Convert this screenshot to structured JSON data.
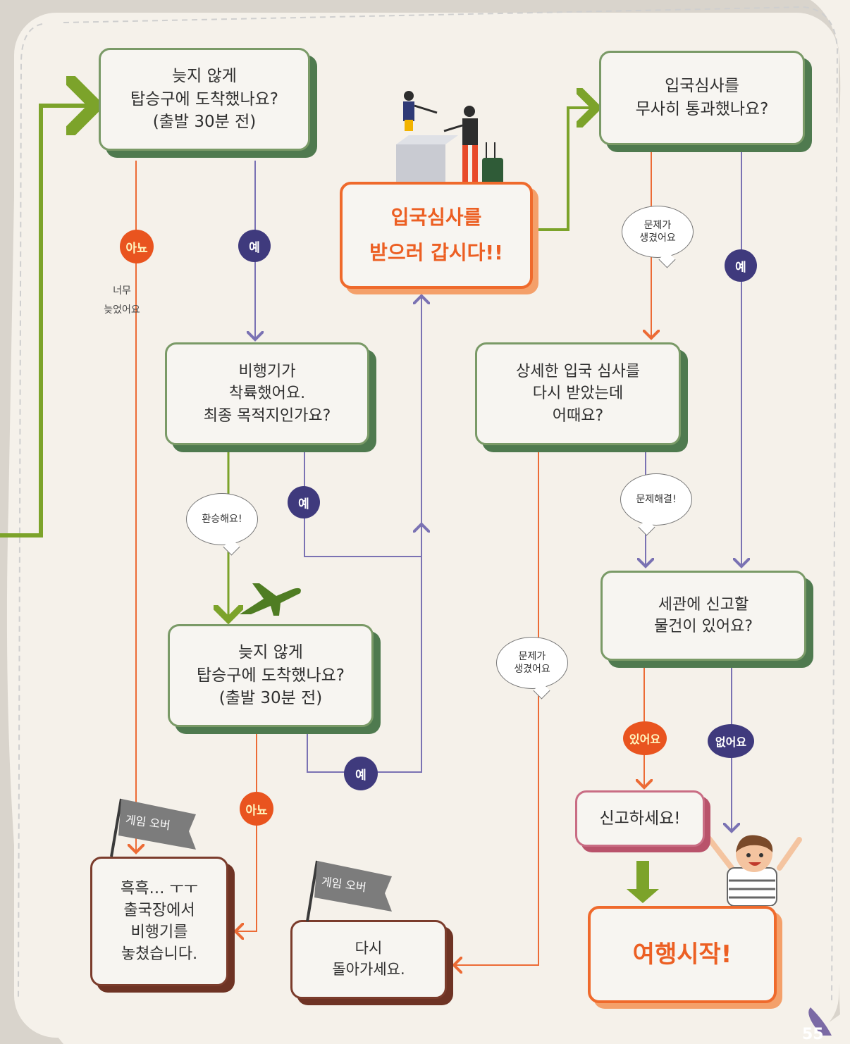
{
  "colors": {
    "green_line": "#7ca32a",
    "orange_line": "#ec6b35",
    "purple_line": "#7a72b3",
    "yes_badge": "#3f3a7d",
    "no_badge": "#e9541f",
    "start_text": "#ec5f23"
  },
  "nodes": {
    "q_boarding_1": "늦지 않게\n탑승구에 도착했나요?\n(출발 30분 전)",
    "go_immigration": "입국심사를\n받으러 갑시다!!",
    "q_immigration_passed": "입국심사를\n무사히 통과했나요?",
    "q_landed": "비행기가\n착륙했어요.\n최종 목적지인가요?",
    "q_detailed_check": "상세한 입국 심사를\n다시 받았는데\n어때요?",
    "q_customs": "세관에 신고할\n물건이 있어요?",
    "q_boarding_2": "늦지 않게\n탑승구에 도착했나요?\n(출발 30분 전)",
    "declare": "신고하세요!",
    "end_missed": "흑흑… ㅜㅜ\n출국장에서\n비행기를\n놓쳤습니다.",
    "end_return": "다시\n돌아가세요.",
    "trip_start": "여행시작!"
  },
  "badges": {
    "no_1": "아뇨",
    "yes_1": "예",
    "yes_landed": "예",
    "yes_boarding_2": "예",
    "no_2": "아뇨",
    "yes_immigration": "예",
    "have": "있어요",
    "none": "없어요"
  },
  "bubbles": {
    "problem_1": "문제가\n생겼어요",
    "transfer": "환승해요!",
    "solved": "문제해결!",
    "problem_2": "문제가\n생겼어요"
  },
  "labels": {
    "too_late": "너무\n늦었어요",
    "game_over_1": "게임 오버",
    "game_over_2": "게임 오버"
  },
  "page_number": "55"
}
